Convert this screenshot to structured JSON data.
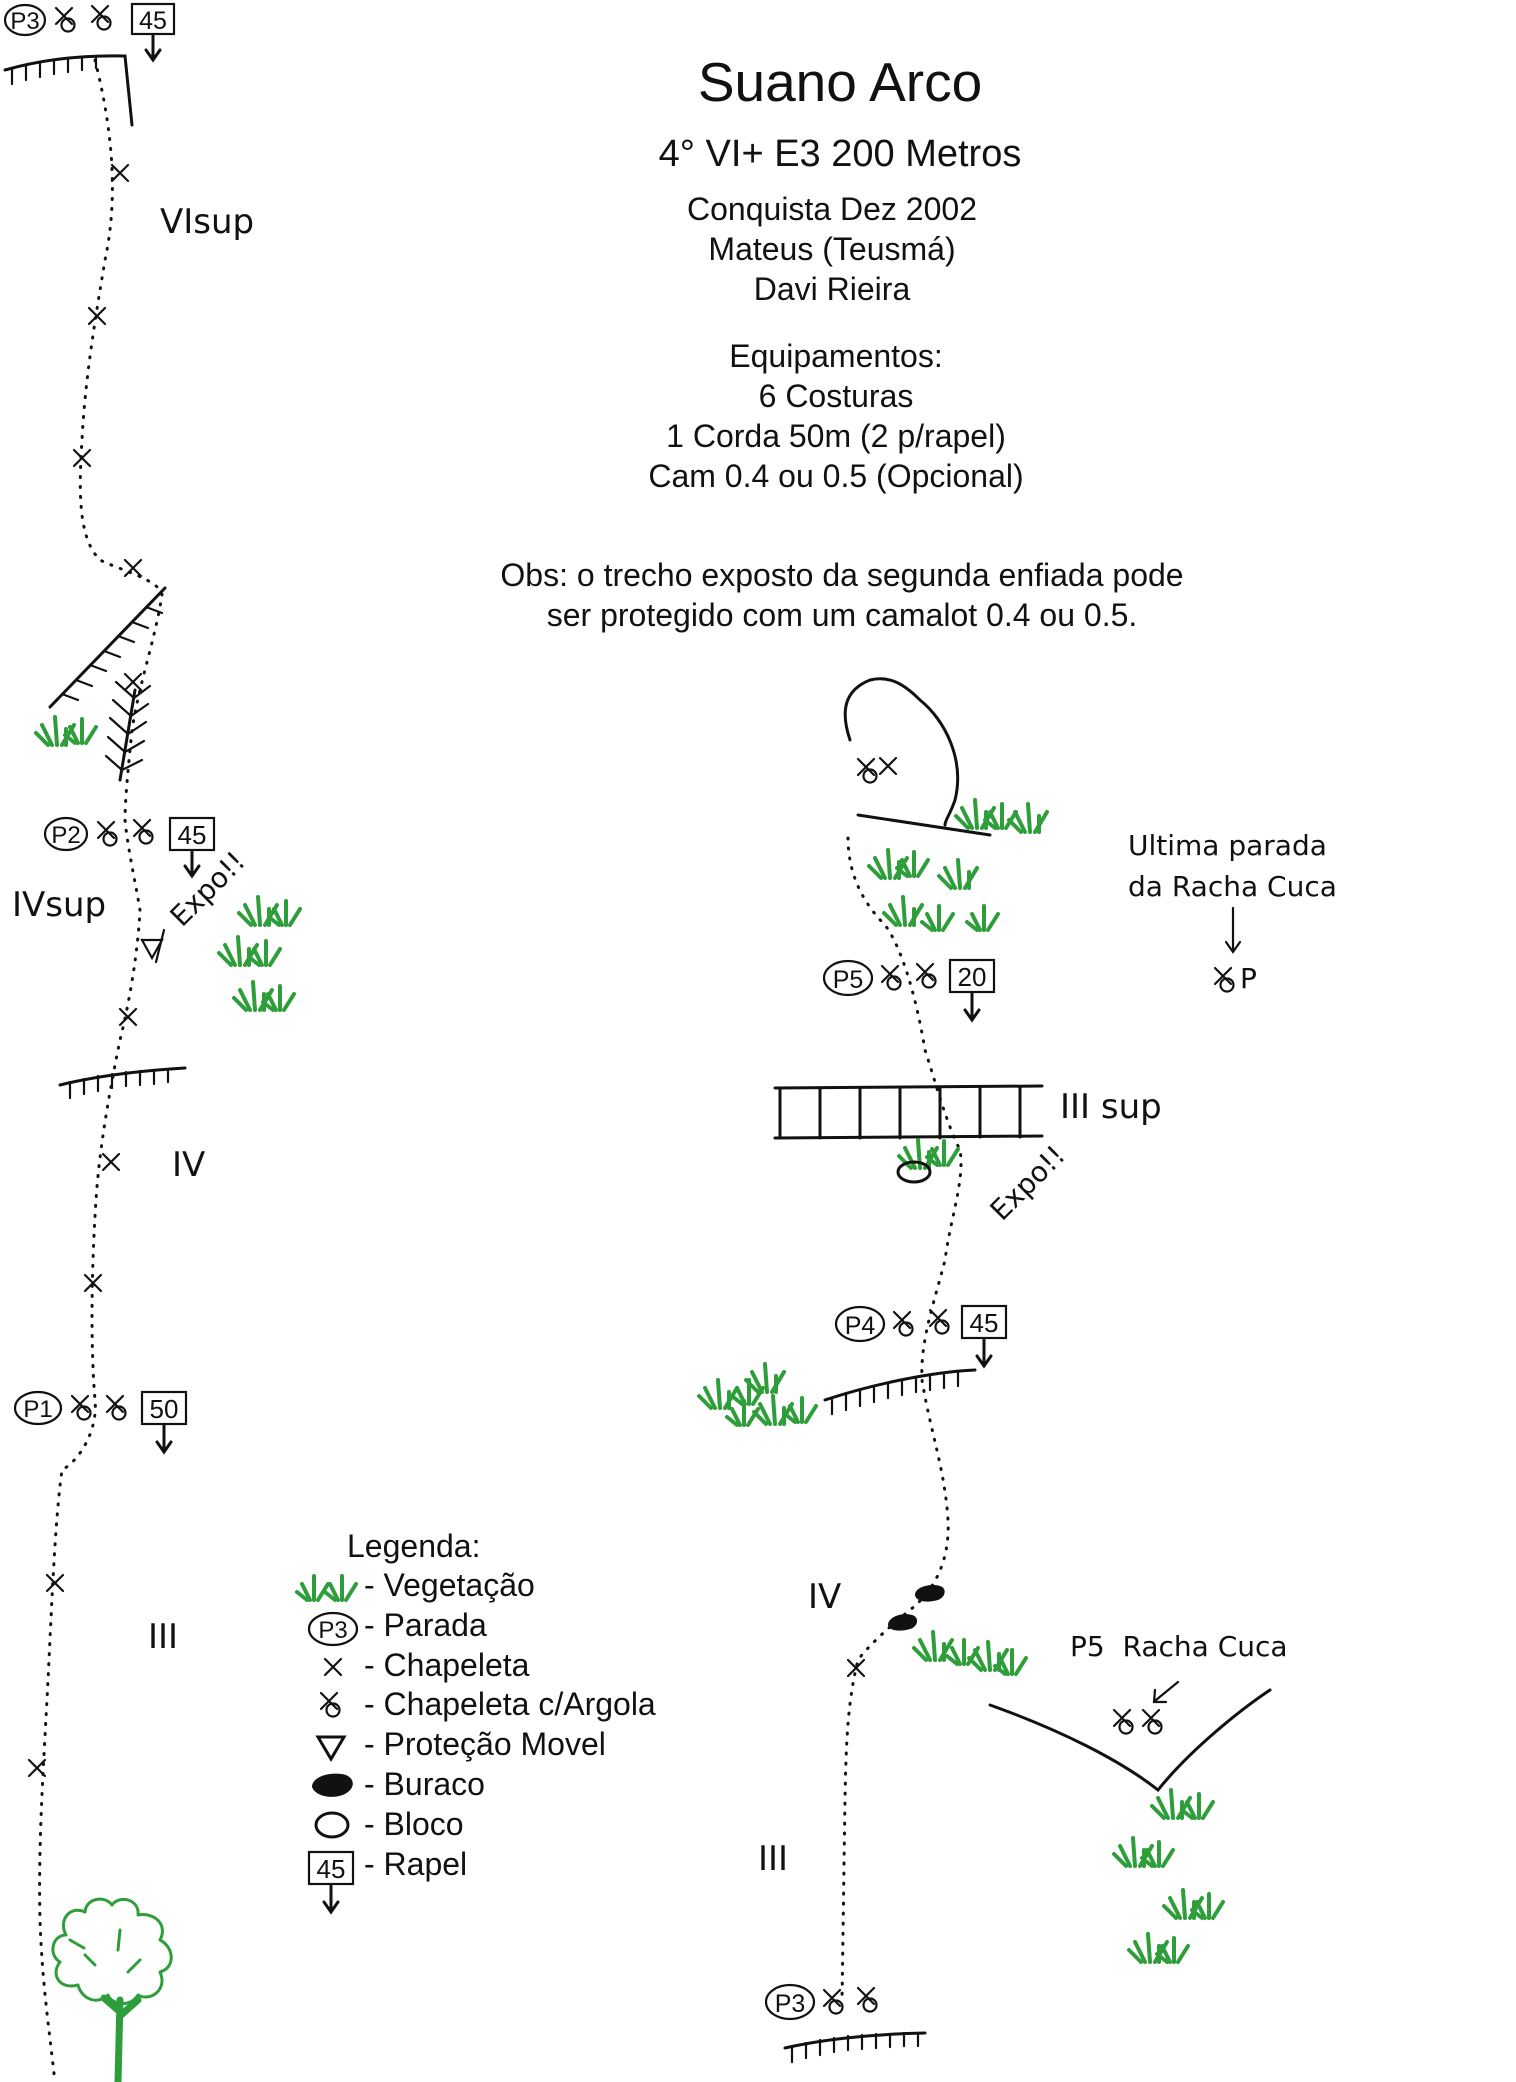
{
  "header": {
    "title": "Suano Arco",
    "grade": "4° VI+ E3 200 Metros",
    "first_ascent": [
      "Conquista Dez 2002",
      "Mateus (Teusmá)",
      "Davi Rieira"
    ],
    "equipment_title": "Equipamentos:",
    "equipment": [
      "6 Costuras",
      "1 Corda 50m (2 p/rapel)",
      "Cam 0.4 ou 0.5 (Opcional)"
    ],
    "obs": [
      "Obs: o trecho exposto da segunda enfiada pode",
      "ser protegido com um camalot 0.4 ou 0.5."
    ]
  },
  "left_topo": {
    "belays": [
      {
        "label": "P3",
        "rappel": "45"
      },
      {
        "label": "P2",
        "rappel": "45"
      },
      {
        "label": "P1",
        "rappel": "50"
      }
    ],
    "grades": [
      "VIsup",
      "IVsup",
      "IV",
      "III"
    ],
    "expo": "Expo!!"
  },
  "right_topo": {
    "belays": [
      {
        "label": "P5",
        "rappel": "20"
      },
      {
        "label": "P4",
        "rappel": "45"
      },
      {
        "label": "P3"
      }
    ],
    "grades": [
      "III sup",
      "IV",
      "III"
    ],
    "expo": "Expo!!",
    "last_stop_note": [
      "Ultima parada",
      "da Racha Cuca"
    ],
    "last_stop_label": "P",
    "racha_cuca_label": "P5  Racha Cuca"
  },
  "legend": {
    "title": "Legenda:",
    "rapel_sample": "45",
    "items": [
      {
        "symbol": "vegetation-icon",
        "label": "- Vegetação"
      },
      {
        "symbol": "belay-icon",
        "sample": "P3",
        "label": "- Parada"
      },
      {
        "symbol": "bolt-icon",
        "label": "- Chapeleta"
      },
      {
        "symbol": "bolt-ring-icon",
        "label": "- Chapeleta c/Argola"
      },
      {
        "symbol": "trad-gear-icon",
        "label": "- Proteção Movel"
      },
      {
        "symbol": "hole-icon",
        "label": "- Buraco"
      },
      {
        "symbol": "boulder-icon",
        "label": "- Bloco"
      },
      {
        "symbol": "rappel-icon",
        "label": "- Rapel"
      }
    ]
  },
  "colors": {
    "ink": "#111111",
    "vegetation": "#2e9e3a"
  }
}
